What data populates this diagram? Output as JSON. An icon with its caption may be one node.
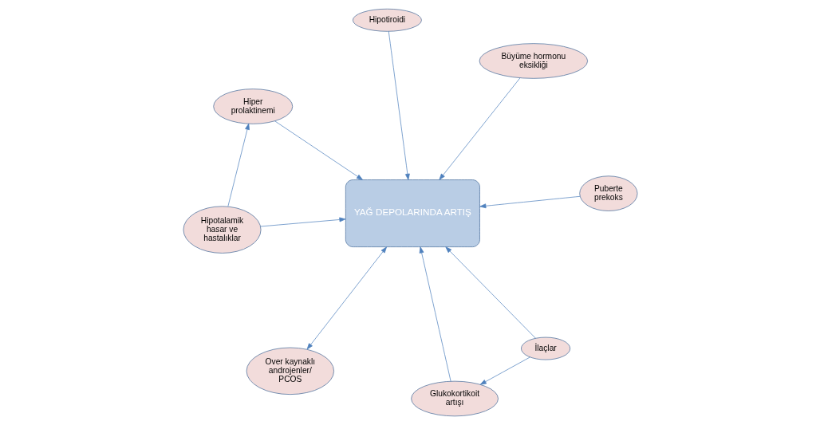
{
  "diagram": {
    "nodes": [
      {
        "text": [
          "YAĞ DEPOLARINDA ARTIŞ"
        ]
      },
      {
        "text": [
          "İlaçlar"
        ]
      },
      {
        "text": [
          "Glukokortikoit artışı"
        ]
      },
      {
        "text": [
          "Hipotiroidi"
        ]
      },
      {
        "text": [
          "Büyüme hormonu eksikliği"
        ]
      },
      {
        "text": [
          "Hiper prolaktinemi"
        ]
      },
      {
        "text": [
          "Over kaynaklı androjenler/ PCOS"
        ]
      },
      {
        "text": [
          "Puberte prekoks"
        ]
      },
      {
        "text": [
          "Hipotalamik hasar ve hastalıklar"
        ]
      }
    ],
    "edges": [
      {
        "from": 1,
        "to": 2,
        "arrow": "to"
      },
      {
        "from": 1,
        "to": 0,
        "arrow": "to"
      },
      {
        "from": 2,
        "to": 0,
        "arrow": "to"
      },
      {
        "from": 3,
        "to": 0,
        "arrow": "to"
      },
      {
        "from": 5,
        "to": 0,
        "arrow": "to"
      },
      {
        "from": 4,
        "to": 0,
        "arrow": "to"
      },
      {
        "from": 6,
        "to": 0,
        "arrow": "both"
      },
      {
        "from": 7,
        "to": 0,
        "arrow": "to"
      },
      {
        "from": 8,
        "to": 0,
        "arrow": "to"
      },
      {
        "from": 8,
        "to": 5,
        "arrow": "to"
      }
    ]
  }
}
